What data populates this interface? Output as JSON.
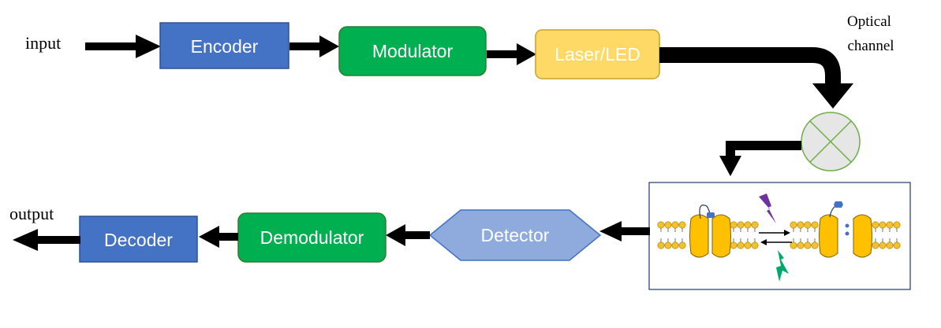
{
  "labels": {
    "input": "input",
    "output": "output",
    "optical_channel_line1": "Optical",
    "optical_channel_line2": "channel"
  },
  "blocks": {
    "encoder": "Encoder",
    "modulator": "Modulator",
    "source": "Laser/LED",
    "detector": "Detector",
    "demodulator": "Demodulator",
    "decoder": "Decoder"
  },
  "colors": {
    "encoder": "#4472c4",
    "modulator": "#00b050",
    "source": "#ffd966",
    "detector": "#8faadc",
    "demodulator": "#00b050",
    "decoder": "#4472c4",
    "arrow": "#000000",
    "mixer_fill": "#e6e6e6",
    "mixer_stroke": "#70ad47",
    "lipid_head": "#f2c12e",
    "channel_protein": "#ffc000"
  },
  "icons": {
    "mixer": "circle-cross-icon",
    "membrane": "ion-channel-membrane-icon",
    "light_stimulus": "lightning-bolt-icon"
  }
}
